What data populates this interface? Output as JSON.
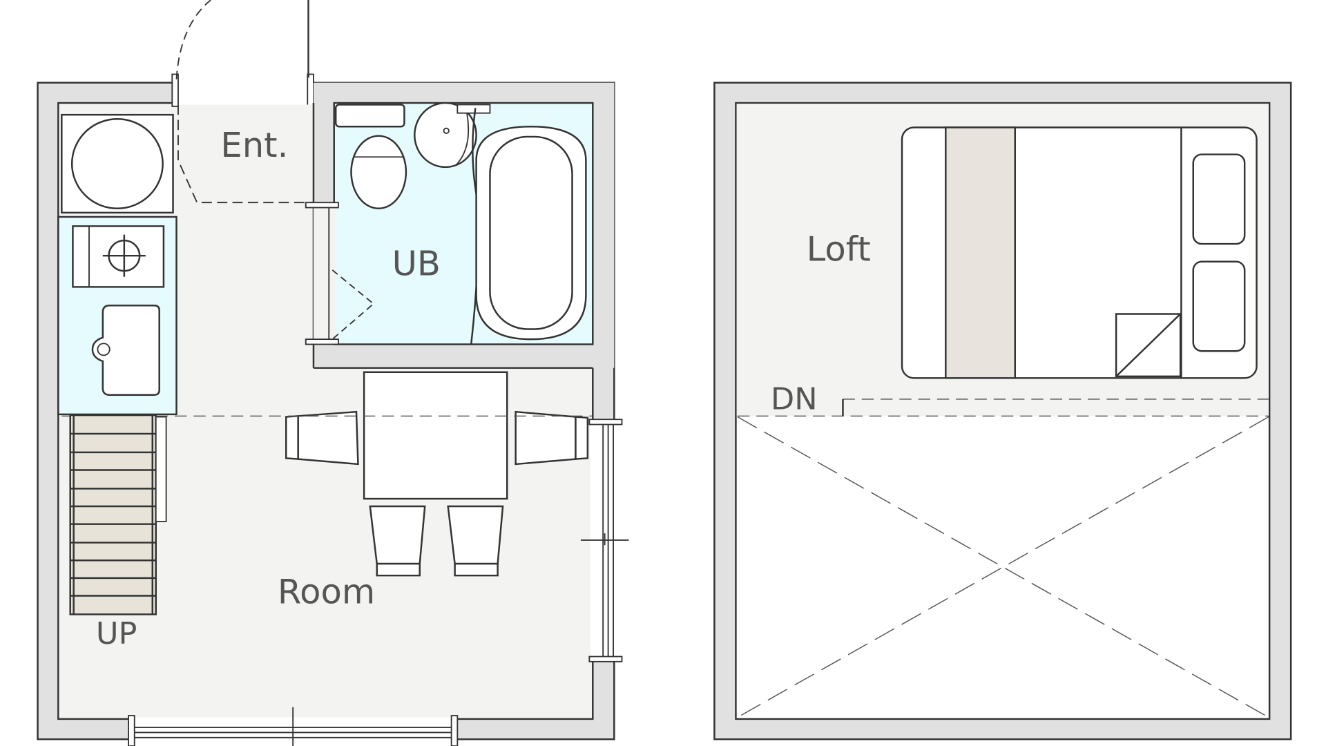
{
  "labels": {
    "entrance": "Ent.",
    "unit_bath": "UB",
    "room": "Room",
    "stairs_up": "UP",
    "loft": "Loft",
    "stairs_down": "DN"
  },
  "colors": {
    "wall": "#e1e1e1",
    "floor": "#f3f3f1",
    "wet_area": "#e6fbfd",
    "bed_accent": "#e8e3dc",
    "stair_tread": "#e7e3d9",
    "line": "#333333",
    "label_text": "#555555"
  }
}
